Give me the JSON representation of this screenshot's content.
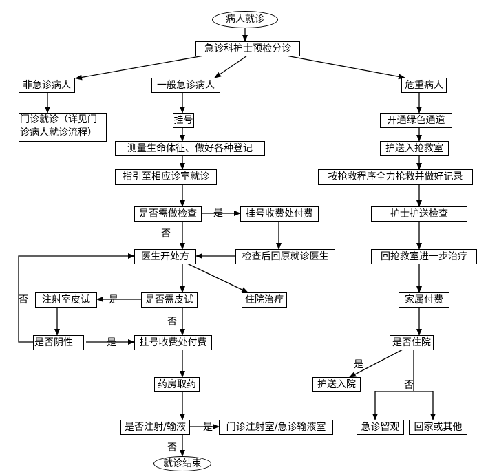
{
  "diagram": {
    "type": "flowchart",
    "nodes": {
      "start": "病人就诊",
      "triage": "急诊科护士预检分诊",
      "non_emergency": "非急诊病人",
      "general_emergency": "一般急诊病人",
      "critical": "危重病人",
      "outpatient": "门诊就诊（详见门诊病人就诊流程）",
      "outpatient_line1": "门诊就诊（详见门",
      "outpatient_line2": "诊病人就诊流程）",
      "register": "挂号",
      "measure_vitals": "测量生命体征、做好各种登记",
      "guide_room": "指引至相应诊室就诊",
      "green_channel": "开通绿色通道",
      "escort_rescue": "护送入抢救室",
      "rescue_record": "按抢救程序全力抢救并做好记录",
      "need_exam": "是否需做检查",
      "pay_top": "挂号收费处付费",
      "nurse_escort_exam": "护士护送检查",
      "prescribe": "医生开处方",
      "return_doctor": "检查后回原就诊医生",
      "return_rescue": "回抢救室进一步治疗",
      "skin_test_room": "注射室皮试",
      "need_skin_test": "是否需皮试",
      "hospitalize_treat": "住院治疗",
      "family_pay": "家属付费",
      "negative": "是否阴性",
      "pay_mid": "挂号收费处付费",
      "admit_q": "是否住院",
      "escort_admit": "护送入院",
      "pharmacy": "药房取药",
      "injection_q": "是否注射/输液",
      "injection_room": "门诊注射室/急诊输液室",
      "observation": "急诊留观",
      "home_other": "回家或其他",
      "end": "就诊结束"
    },
    "edge_labels": {
      "exam_yes": "是",
      "exam_no": "否",
      "skin_yes": "是",
      "skin_no": "否",
      "negative_yes": "是",
      "negative_no": "否",
      "admit_yes": "是",
      "admit_no": "否",
      "injection_yes": "是",
      "injection_no": "否"
    },
    "edges": [
      [
        "start",
        "triage"
      ],
      [
        "triage",
        "non_emergency"
      ],
      [
        "triage",
        "general_emergency"
      ],
      [
        "triage",
        "critical"
      ],
      [
        "non_emergency",
        "outpatient"
      ],
      [
        "general_emergency",
        "register"
      ],
      [
        "register",
        "measure_vitals"
      ],
      [
        "measure_vitals",
        "guide_room"
      ],
      [
        "guide_room",
        "need_exam"
      ],
      [
        "need_exam",
        "pay_top",
        "是"
      ],
      [
        "need_exam",
        "prescribe",
        "否"
      ],
      [
        "pay_top",
        "return_doctor"
      ],
      [
        "return_doctor",
        "prescribe"
      ],
      [
        "prescribe",
        "need_skin_test"
      ],
      [
        "prescribe",
        "hospitalize_treat"
      ],
      [
        "need_skin_test",
        "skin_test_room",
        "是"
      ],
      [
        "need_skin_test",
        "pay_mid",
        "否"
      ],
      [
        "skin_test_room",
        "negative"
      ],
      [
        "negative",
        "pay_mid",
        "是"
      ],
      [
        "negative",
        "prescribe",
        "否"
      ],
      [
        "pay_mid",
        "pharmacy"
      ],
      [
        "pharmacy",
        "injection_q"
      ],
      [
        "injection_q",
        "injection_room",
        "是"
      ],
      [
        "injection_q",
        "end",
        "否"
      ],
      [
        "critical",
        "green_channel"
      ],
      [
        "green_channel",
        "escort_rescue"
      ],
      [
        "escort_rescue",
        "rescue_record"
      ],
      [
        "rescue_record",
        "nurse_escort_exam"
      ],
      [
        "nurse_escort_exam",
        "return_rescue"
      ],
      [
        "return_rescue",
        "family_pay"
      ],
      [
        "family_pay",
        "admit_q"
      ],
      [
        "admit_q",
        "escort_admit",
        "是"
      ],
      [
        "admit_q",
        "observation",
        "否"
      ],
      [
        "admit_q",
        "home_other",
        "否"
      ]
    ]
  }
}
